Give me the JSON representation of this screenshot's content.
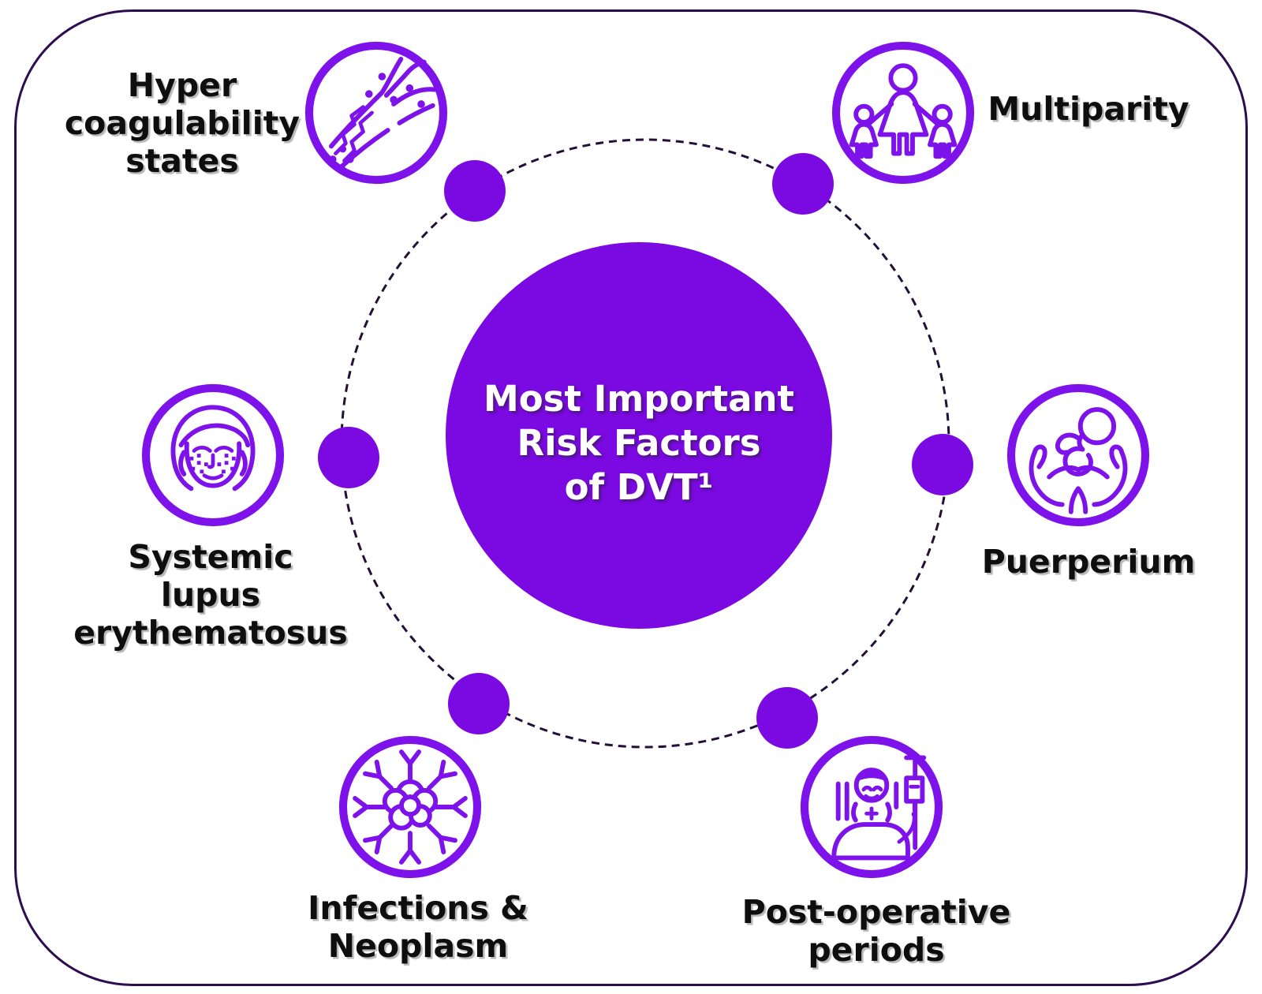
{
  "title": "Most Important Risk Factors of DVT diagram",
  "center": {
    "text": "Most Important\nRisk Factors\nof DVT¹"
  },
  "factors": [
    {
      "id": "hypercoagulability",
      "label": "Hyper\ncoagulability\nstates",
      "icon": "blood-vessel-clot-icon",
      "position": "top-left"
    },
    {
      "id": "multiparity",
      "label": "Multiparity",
      "icon": "mother-with-children-icon",
      "position": "top-right"
    },
    {
      "id": "puerperium",
      "label": "Puerperium",
      "icon": "hands-holding-fetus-icon",
      "position": "right"
    },
    {
      "id": "systemic-lupus-erythematosus",
      "label": "Systemic\nlupus\nerythematosus",
      "icon": "face-with-malar-rash-icon",
      "position": "left"
    },
    {
      "id": "infections-neoplasm",
      "label": "Infections &\nNeoplasm",
      "icon": "tumor-cell-cluster-icon",
      "position": "bottom-left"
    },
    {
      "id": "post-operative-periods",
      "label": "Post-operative\nperiods",
      "icon": "patient-in-bed-iv-drip-icon",
      "position": "bottom-right"
    }
  ],
  "orbit": {
    "node_count": 6,
    "style": "dashed-circle"
  },
  "colors": {
    "purple": "#7a09e2",
    "stroke": "#7e12ea",
    "dashed": "#221038",
    "border": "#2e0c52",
    "label_text": "#0e0e0e",
    "center_text": "#ffffff"
  }
}
